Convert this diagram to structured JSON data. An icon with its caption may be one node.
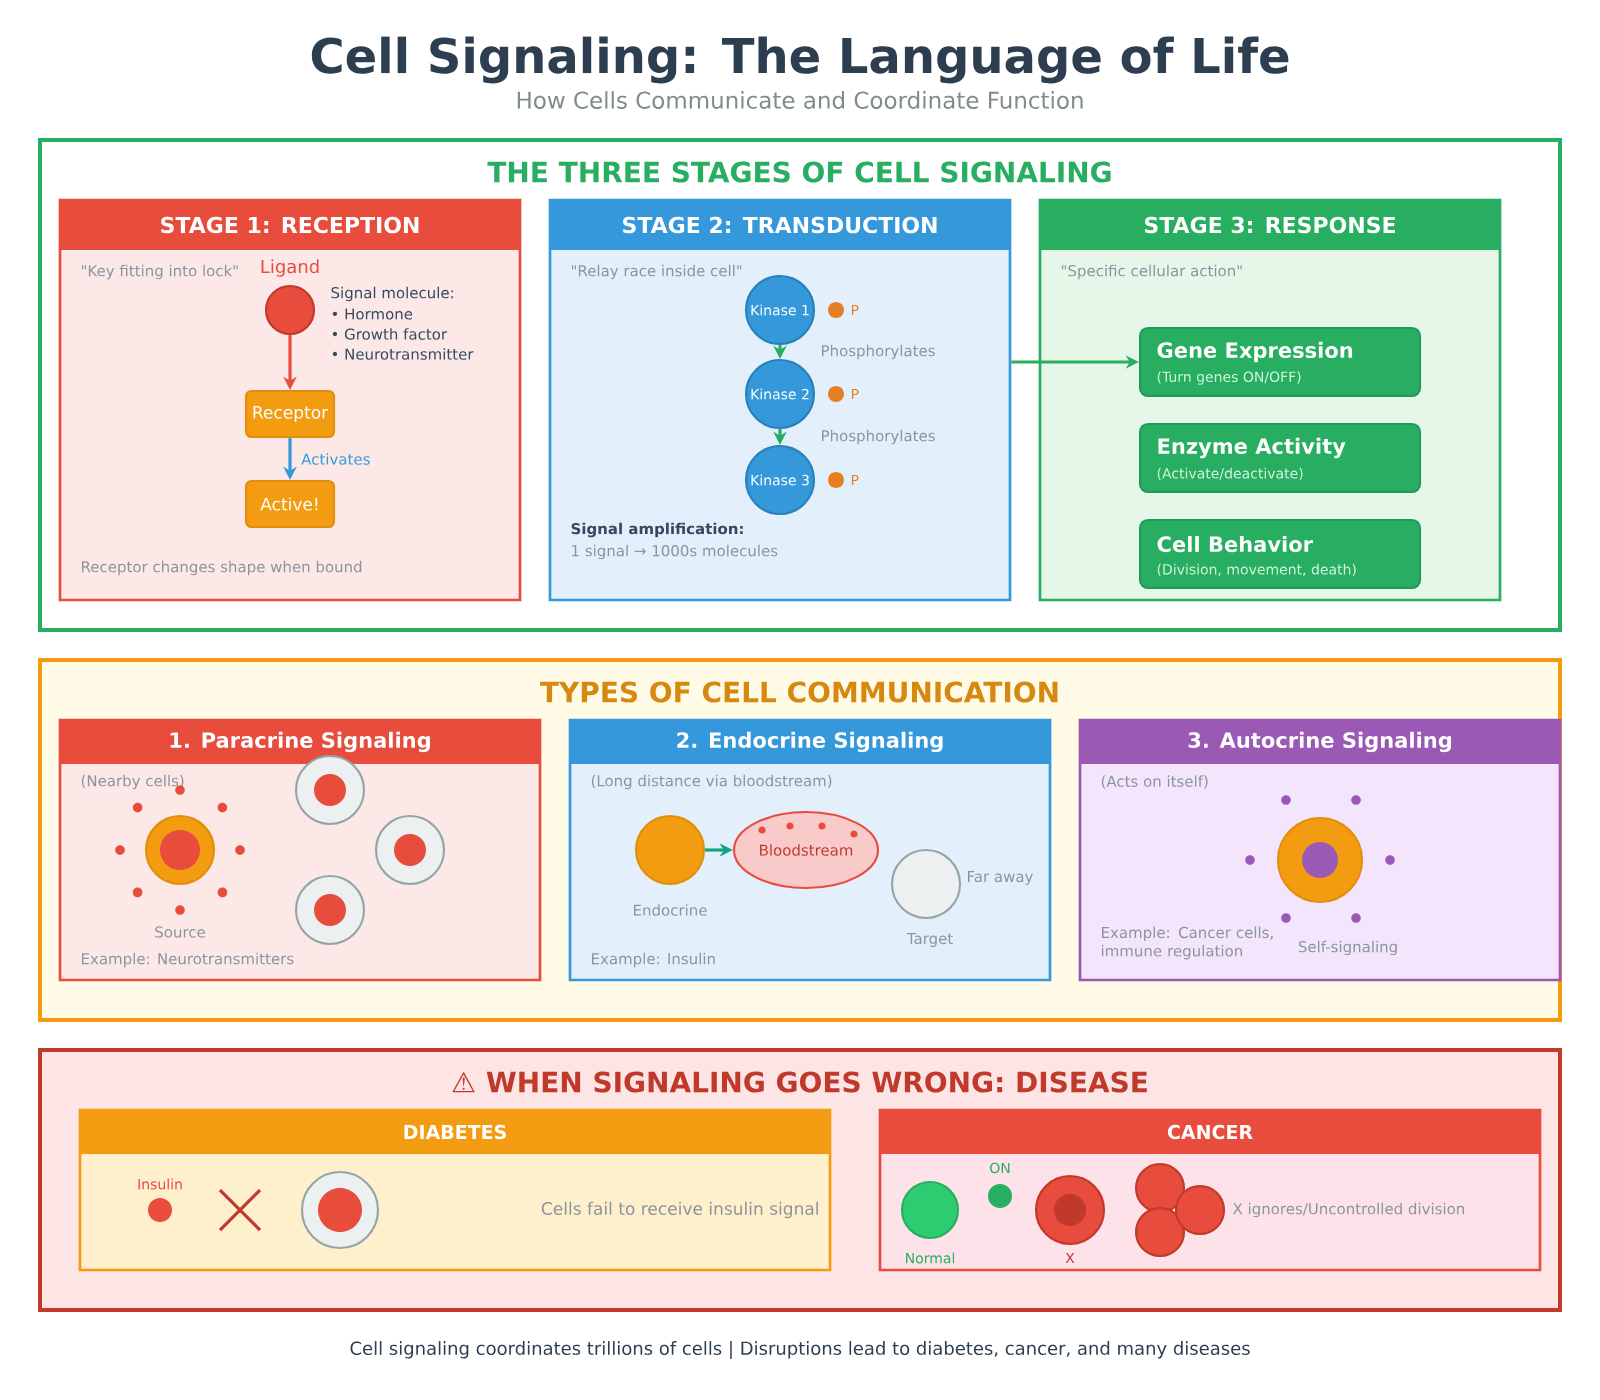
{
  "diagram": {
    "title": "Cell Signaling: The Language of Life",
    "caption": "Cell signaling coordinates trillions of cells | Disruptions lead to diabetes, cancer, and many diseases",
    "nodes": [
      {
        "text": [
          "THE THREE STAGES OF CELL SIGNALING"
        ]
      },
      {
        "text": [
          "STAGE 1: RECEPTION",
          "\"Key fitting into lock\"",
          "Receptor changes shape when bound"
        ],
        "in": 0
      },
      {
        "text": [
          "Ligand"
        ],
        "in": 1,
        "beside": [
          "Signal molecule:",
          "• Hormone",
          "• Growth factor",
          "• Neurotransmitter"
        ]
      },
      {
        "text": [
          "Receptor"
        ],
        "in": 1
      },
      {
        "text": [
          "Active!"
        ],
        "in": 1
      },
      {
        "text": [
          "STAGE 2: TRANSDUCTION",
          "\"Relay race inside cell\"",
          "Signal amplification:",
          "1 signal → 1000s molecules"
        ],
        "in": 0
      },
      {
        "text": [
          "Kinase 1"
        ],
        "in": 5,
        "beside": [
          "P"
        ]
      },
      {
        "text": [
          "Kinase 2"
        ],
        "in": 5,
        "beside": [
          "P"
        ]
      },
      {
        "text": [
          "Kinase 3"
        ],
        "in": 5,
        "beside": [
          "P"
        ]
      },
      {
        "text": [
          "STAGE 3: RESPONSE",
          "\"Specific cellular action\""
        ],
        "in": 0
      },
      {
        "text": [
          "Gene Expression",
          "(Turn genes ON/OFF)"
        ],
        "in": 9
      },
      {
        "text": [
          "Enzyme Activity",
          "(Activate/deactivate)"
        ],
        "in": 9
      },
      {
        "text": [
          "Cell Behavior",
          "(Division, movement, death)"
        ],
        "in": 9
      },
      {
        "text": [
          "TYPES OF CELL COMMUNICATION"
        ]
      },
      {
        "text": [
          "1. Paracrine Signaling",
          "(Nearby cells)",
          "Example: Neurotransmitters"
        ],
        "in": 13
      },
      {
        "text": [
          "2. Endocrine Signaling",
          "(Long distance via bloodstream)",
          "Example: Insulin"
        ],
        "in": 13
      },
      {
        "text": [],
        "shape": "circle",
        "in": 15,
        "beside": [
          "Endocrine"
        ]
      },
      {
        "text": [
          "Bloodstream"
        ],
        "in": 15
      },
      {
        "text": [],
        "shape": "circle",
        "in": 15,
        "beside": [
          "Far away",
          "Target"
        ]
      },
      {
        "text": [
          "3. Autocrine Signaling",
          "(Acts on itself)",
          "Example: Cancer cells, immune regulation"
        ],
        "in": 13
      },
      {
        "text": [
          "⚠ WHEN SIGNALING GOES WRONG: DISEASE"
        ]
      },
      {
        "text": [
          "DIABETES"
        ],
        "in": 20
      },
      {
        "text": [
          "CANCER"
        ],
        "in": 20
      }
    ],
    "edges": [
      {
        "from": 2,
        "to": 3,
        "arrow": "to",
        "color": "#e74c3c"
      },
      {
        "from": 3,
        "to": 4,
        "arrow": "to",
        "label": "Activates",
        "color": "#3498db"
      },
      {
        "from": 6,
        "to": 7,
        "arrow": "to",
        "label": "Phosphorylates",
        "color": "#27ae60"
      },
      {
        "from": 7,
        "to": 8,
        "arrow": "to",
        "label": "Phosphorylates",
        "color": "#27ae60"
      },
      {
        "from": 5,
        "to": 10,
        "arrow": "to",
        "color": "#27ae60"
      },
      {
        "from": 16,
        "to": 17,
        "arrow": "to",
        "color": "#16a085"
      }
    ],
    "labels": [
      "How Cells Communicate and Coordinate Function",
      "Source",
      "Self-signaling",
      "Insulin",
      "Cells fail to receive insulin signal",
      "ON",
      "Normal",
      "X",
      "X ignores/Uncontrolled division"
    ]
  }
}
